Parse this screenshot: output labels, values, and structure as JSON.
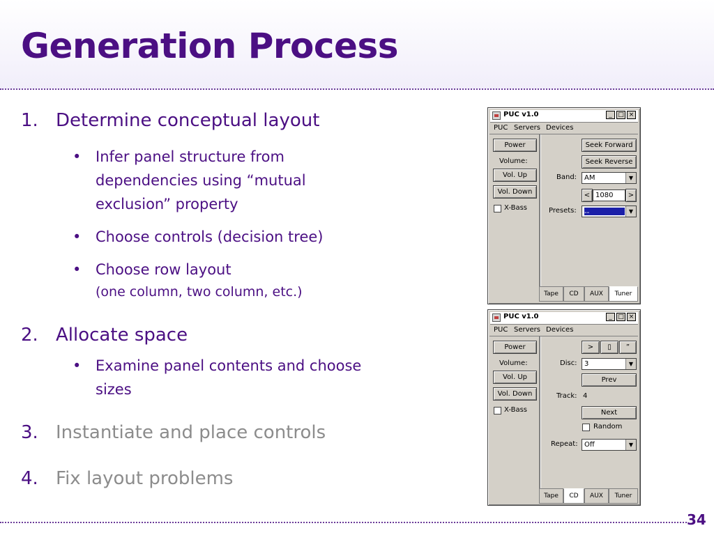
{
  "slide": {
    "title": "Generation Process",
    "page_number": "34"
  },
  "outline": [
    {
      "number": "1.",
      "text": "Determine conceptual layout",
      "bullets": [
        {
          "text": "Infer panel structure from dependencies using “mutual exclusion” property",
          "sub": ""
        },
        {
          "text": "Choose controls (decision tree)",
          "sub": ""
        },
        {
          "text": "Choose row layout",
          "sub": "(one column, two column, etc.)"
        }
      ]
    },
    {
      "number": "2.",
      "text": "Allocate space",
      "bullets": [
        {
          "text": "Examine panel contents and choose sizes",
          "sub": ""
        }
      ]
    },
    {
      "number": "3.",
      "text": "Instantiate and place controls",
      "bullets": []
    },
    {
      "number": "4.",
      "text": "Fix layout problems",
      "bullets": []
    }
  ],
  "bullet_glyph": "•",
  "windows": {
    "tuner": {
      "title": "PUC v1.0",
      "menu": [
        "PUC",
        "Servers",
        "Devices"
      ],
      "left": {
        "power": "Power",
        "volume_label": "Volume:",
        "vol_up": "Vol. Up",
        "vol_down": "Vol. Down",
        "xbass": "X-Bass"
      },
      "right": {
        "seek_forward": "Seek Forward",
        "seek_reverse": "Seek Reverse",
        "band_label": "Band:",
        "band_value": "AM",
        "freq_left": "<",
        "freq_value": "1080",
        "freq_right": ">",
        "presets_label": "Presets:",
        "presets_value": "--"
      },
      "tabs": [
        "Tape",
        "CD",
        "AUX",
        "Tuner"
      ],
      "active_tab": "Tuner"
    },
    "cd": {
      "title": "PUC v1.0",
      "menu": [
        "PUC",
        "Servers",
        "Devices"
      ],
      "left": {
        "power": "Power",
        "volume_label": "Volume:",
        "vol_up": "Vol. Up",
        "vol_down": "Vol. Down",
        "xbass": "X-Bass"
      },
      "right": {
        "play": ">",
        "pause": "▯",
        "stop": "”",
        "disc_label": "Disc:",
        "disc_value": "3",
        "prev": "Prev",
        "track_label": "Track:",
        "track_value": "4",
        "next": "Next",
        "random": "Random",
        "repeat_label": "Repeat:",
        "repeat_value": "Off"
      },
      "tabs": [
        "Tape",
        "CD",
        "AUX",
        "Tuner"
      ],
      "active_tab": "CD"
    },
    "buttons": {
      "minimize": "_",
      "maximize": "□",
      "close": "×"
    }
  },
  "colors": {
    "title": "#4b0f83",
    "body_text": "#4b0f83",
    "muted_text": "#8c8c8c",
    "window_face": "#d4d0c8",
    "selection": "#1b1fa8"
  }
}
